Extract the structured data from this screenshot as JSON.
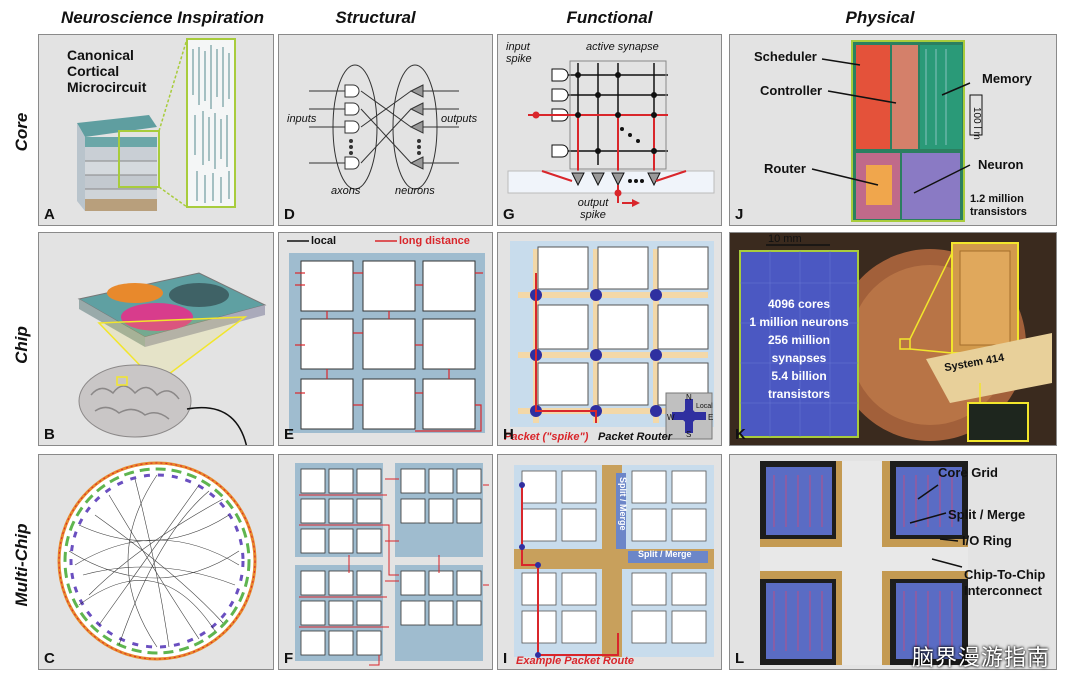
{
  "columns": [
    "Neuroscience Inspiration",
    "Structural",
    "Functional",
    "Physical"
  ],
  "rows": [
    "Core",
    "Chip",
    "Multi-Chip"
  ],
  "panels": {
    "A": {
      "label": "A",
      "title": "Canonical Cortical Microcircuit"
    },
    "B": {
      "label": "B"
    },
    "C": {
      "label": "C"
    },
    "D": {
      "label": "D",
      "inputs": "inputs",
      "outputs": "outputs",
      "axons": "axons",
      "neurons": "neurons"
    },
    "E": {
      "label": "E",
      "local": "local",
      "long_distance": "long distance"
    },
    "F": {
      "label": "F"
    },
    "G": {
      "label": "G",
      "input_spike": "input spike",
      "active_synapse": "active synapse",
      "output_spike": "output spike"
    },
    "H": {
      "label": "H",
      "packet": "Packet (\"spike\")",
      "packet_router": "Packet Router",
      "compass": {
        "n": "N",
        "s": "S",
        "e": "E",
        "w": "W",
        "local": "Local"
      }
    },
    "I": {
      "label": "I",
      "split_merge": "Split / Merge",
      "example_route": "Example Packet Route"
    },
    "J": {
      "label": "J",
      "scheduler": "Scheduler",
      "controller": "Controller",
      "memory": "Memory",
      "router": "Router",
      "neuron": "Neuron",
      "scale": "100 l m",
      "transistors": "1.2 million transistors"
    },
    "K": {
      "label": "K",
      "scale": "10 mm",
      "stats": [
        "4096 cores",
        "1 million neurons",
        "256 million synapses",
        "5.4 billion transistors"
      ],
      "chip_text": "System 414"
    },
    "L": {
      "label": "L",
      "core_grid": "Core Grid",
      "split_merge": "Split / Merge",
      "io_ring": "I/O Ring",
      "interconnect": "Chip-To-Chip Interconnect"
    }
  },
  "watermark": "脑界漫游指南",
  "colors": {
    "red": "#d9262b",
    "blue_chip": "#5a6cc4",
    "panel_bg": "#e3e3e3",
    "accent_green": "#a8cc3c",
    "router_blue": "#2f2fa0"
  }
}
